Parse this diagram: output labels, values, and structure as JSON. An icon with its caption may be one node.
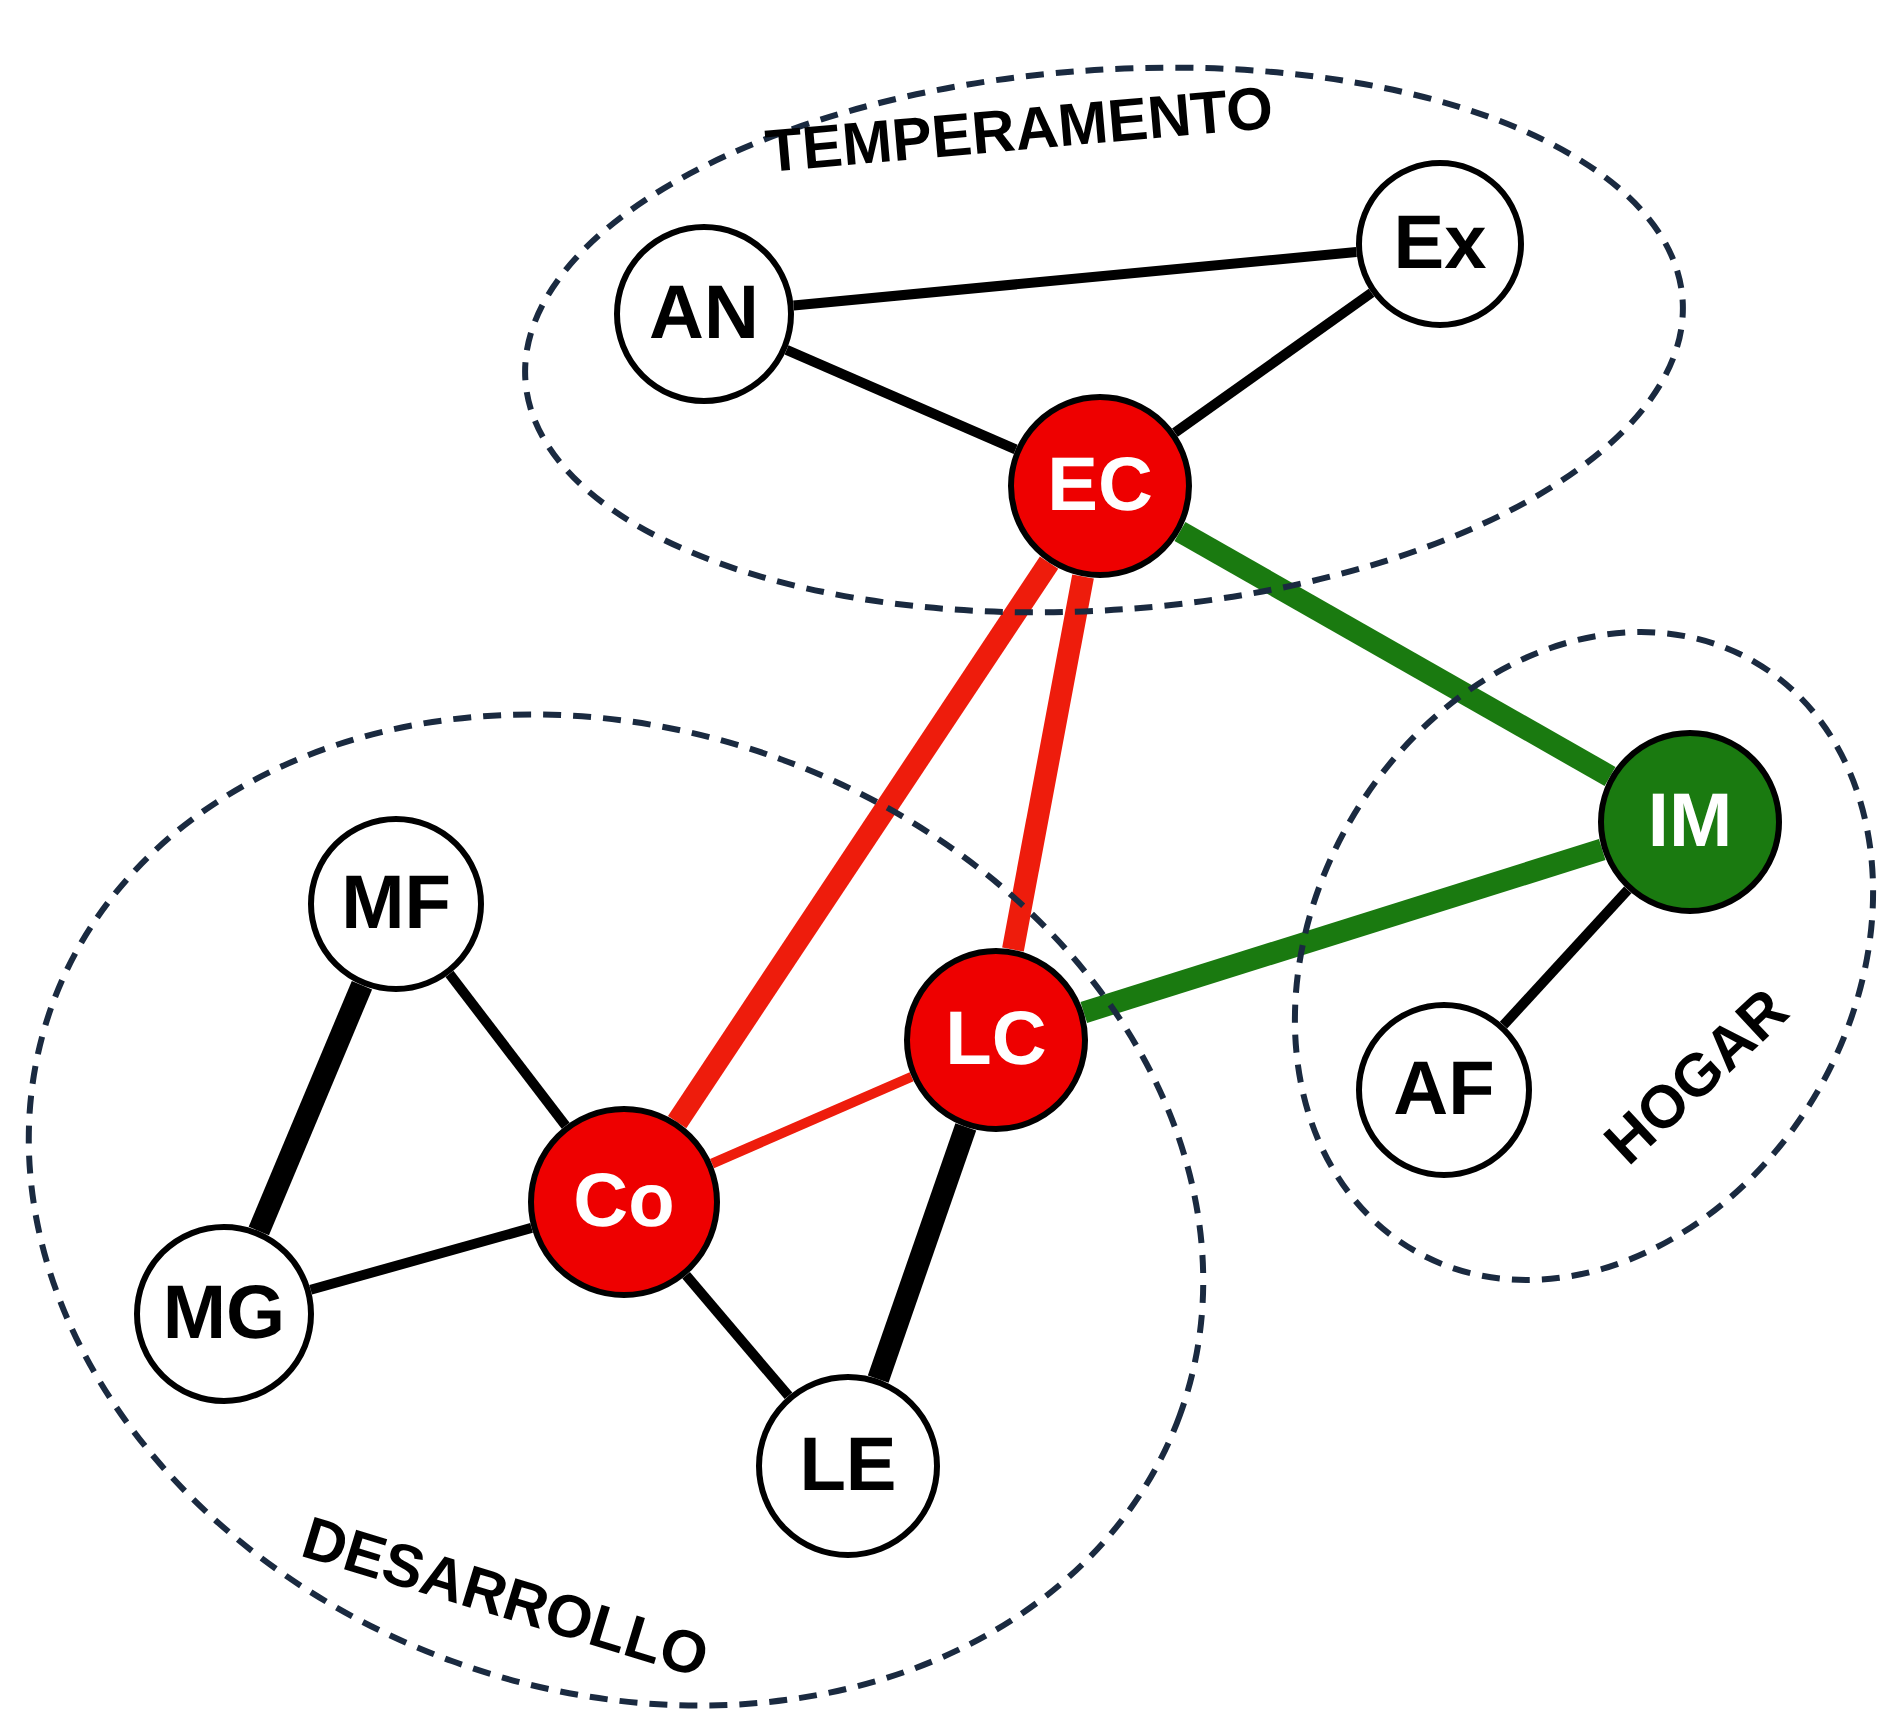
{
  "diagram": {
    "nodes": [
      {
        "text": [
          "TEMPERAMENTO"
        ]
      },
      {
        "text": [
          "AN"
        ],
        "in": 0
      },
      {
        "text": [
          "Ex"
        ],
        "in": 0
      },
      {
        "text": [
          "EC"
        ],
        "in": 0
      },
      {
        "text": [
          "DESARROLLO"
        ]
      },
      {
        "text": [
          "MF"
        ],
        "in": 4
      },
      {
        "text": [
          "MG"
        ],
        "in": 4
      },
      {
        "text": [
          "Co"
        ],
        "in": 4
      },
      {
        "text": [
          "LC"
        ],
        "in": 4
      },
      {
        "text": [
          "LE"
        ],
        "in": 4
      },
      {
        "text": [
          "HOGAR"
        ]
      },
      {
        "text": [
          "IM"
        ],
        "in": 10
      },
      {
        "text": [
          "AF"
        ],
        "in": 10
      }
    ],
    "edges": [
      {
        "from": 1,
        "to": 2,
        "arrow": "none"
      },
      {
        "from": 1,
        "to": 3,
        "arrow": "none"
      },
      {
        "from": 2,
        "to": 3,
        "arrow": "none"
      },
      {
        "from": 3,
        "to": 11,
        "arrow": "none",
        "style": "thick",
        "color": "#1a7a10"
      },
      {
        "from": 3,
        "to": 7,
        "arrow": "none",
        "style": "thick",
        "color": "#ee1c0c"
      },
      {
        "from": 3,
        "to": 8,
        "arrow": "none",
        "style": "thick",
        "color": "#ee1c0c"
      },
      {
        "from": 8,
        "to": 11,
        "arrow": "none",
        "style": "thick",
        "color": "#1a7a10"
      },
      {
        "from": 7,
        "to": 8,
        "arrow": "none",
        "color": "#ee1c0c"
      },
      {
        "from": 5,
        "to": 6,
        "arrow": "none",
        "style": "thick"
      },
      {
        "from": 5,
        "to": 7,
        "arrow": "none"
      },
      {
        "from": 6,
        "to": 7,
        "arrow": "none"
      },
      {
        "from": 7,
        "to": 9,
        "arrow": "none"
      },
      {
        "from": 8,
        "to": 9,
        "arrow": "none",
        "style": "thick"
      },
      {
        "from": 11,
        "to": 12,
        "arrow": "none"
      }
    ]
  }
}
